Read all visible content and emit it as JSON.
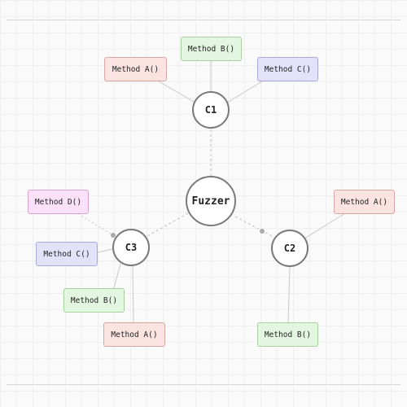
{
  "center": {
    "label": "Fuzzer"
  },
  "classes": {
    "c1": {
      "label": "C1",
      "methods": [
        {
          "label": "Method A()",
          "color": "#fbe3e1",
          "border": "#d7a7a4"
        },
        {
          "label": "Method B()",
          "color": "#e3f6df",
          "border": "#a7cfa0"
        },
        {
          "label": "Method C()",
          "color": "#e2e2fa",
          "border": "#a9a9d9"
        }
      ]
    },
    "c2": {
      "label": "C2",
      "methods": [
        {
          "label": "Method A()",
          "color": "#fbe3e1",
          "border": "#d7a7a4"
        },
        {
          "label": "Method B()",
          "color": "#e3f6df",
          "border": "#a7cfa0"
        }
      ]
    },
    "c3": {
      "label": "C3",
      "methods": [
        {
          "label": "Method D()",
          "color": "#fbe1f7",
          "border": "#d7a4cf"
        },
        {
          "label": "Method C()",
          "color": "#e2e2fa",
          "border": "#a9a9d9"
        },
        {
          "label": "Method B()",
          "color": "#e3f6df",
          "border": "#a7cfa0"
        },
        {
          "label": "Method A()",
          "color": "#fbe3e1",
          "border": "#d7a7a4"
        }
      ]
    }
  },
  "colors": {
    "node_border": "#7a7a7a",
    "edge": "#c8c8c8"
  }
}
